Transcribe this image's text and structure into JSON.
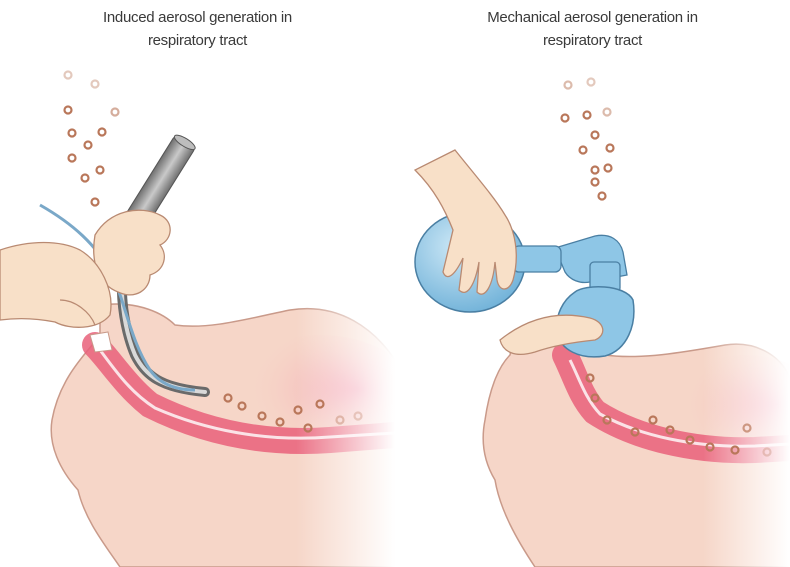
{
  "panels": [
    {
      "caption_line1": "Induced aerosol generation in",
      "caption_line2": "respiratory tract",
      "illustration": "laryngoscope-intubation-icon"
    },
    {
      "caption_line1": "Mechanical aerosol generation in",
      "caption_line2": "respiratory tract",
      "illustration": "bag-valve-mask-icon"
    }
  ],
  "colors": {
    "skin": "#f6d6c8",
    "skin_outline": "#c99a8a",
    "airway": "#e9607a",
    "particle": "#b9775a",
    "bag": "#8ec6e6",
    "instrument": "#8c8c8c"
  }
}
